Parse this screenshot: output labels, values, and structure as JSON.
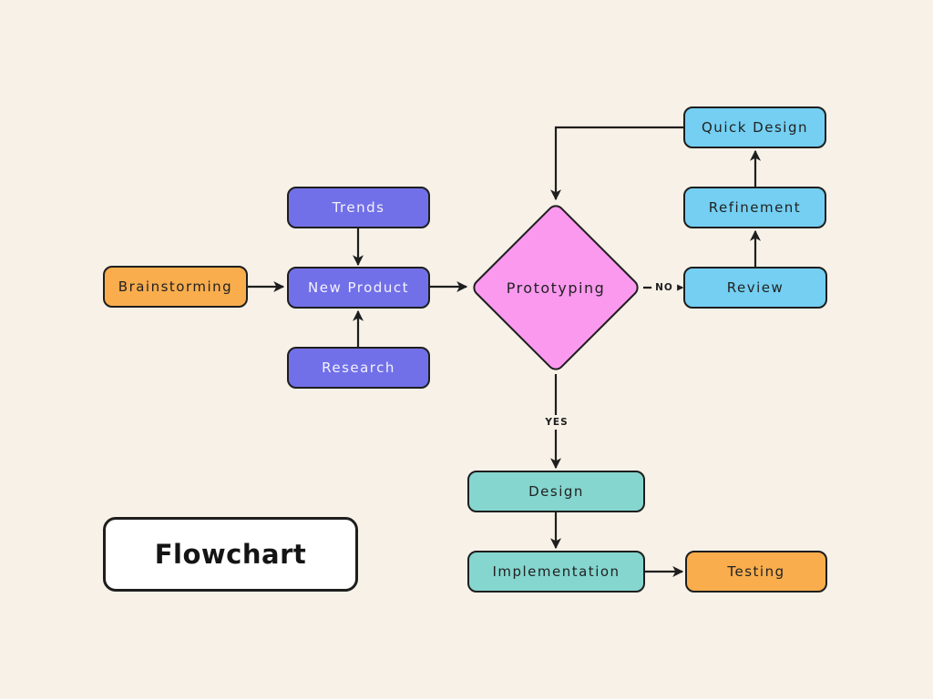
{
  "canvas": {
    "background_color": "#f7f1e8",
    "stroke_color": "#1e1e1e"
  },
  "title": {
    "label": "Flowchart"
  },
  "nodes": {
    "brainstorming": {
      "label": "Brainstorming",
      "shape": "rect",
      "color": "#f9ad4d",
      "text_color": "#222222"
    },
    "trends": {
      "label": "Trends",
      "shape": "rect",
      "color": "#7170e8",
      "text_color": "#f4f2ff"
    },
    "new_product": {
      "label": "New Product",
      "shape": "rect",
      "color": "#7170e8",
      "text_color": "#f4f2ff"
    },
    "research": {
      "label": "Research",
      "shape": "rect",
      "color": "#7170e8",
      "text_color": "#f4f2ff"
    },
    "prototyping": {
      "label": "Prototyping",
      "shape": "diamond",
      "color": "#fb99ef",
      "text_color": "#222222"
    },
    "quick_design": {
      "label": "Quick Design",
      "shape": "rect",
      "color": "#74cff2",
      "text_color": "#222222"
    },
    "refinement": {
      "label": "Refinement",
      "shape": "rect",
      "color": "#74cff2",
      "text_color": "#222222"
    },
    "review": {
      "label": "Review",
      "shape": "rect",
      "color": "#74cff2",
      "text_color": "#222222"
    },
    "design": {
      "label": "Design",
      "shape": "rect",
      "color": "#85d6cf",
      "text_color": "#222222"
    },
    "implementation": {
      "label": "Implementation",
      "shape": "rect",
      "color": "#85d6cf",
      "text_color": "#222222"
    },
    "testing": {
      "label": "Testing",
      "shape": "rect",
      "color": "#f9ad4d",
      "text_color": "#222222"
    }
  },
  "edges": {
    "no_label": "NO",
    "yes_label": "YES",
    "connections": [
      {
        "from": "brainstorming",
        "to": "new_product"
      },
      {
        "from": "trends",
        "to": "new_product"
      },
      {
        "from": "research",
        "to": "new_product"
      },
      {
        "from": "new_product",
        "to": "prototyping"
      },
      {
        "from": "prototyping",
        "to": "review",
        "label": "NO"
      },
      {
        "from": "review",
        "to": "refinement"
      },
      {
        "from": "refinement",
        "to": "quick_design"
      },
      {
        "from": "quick_design",
        "to": "prototyping"
      },
      {
        "from": "prototyping",
        "to": "design",
        "label": "YES"
      },
      {
        "from": "design",
        "to": "implementation"
      },
      {
        "from": "implementation",
        "to": "testing"
      }
    ]
  }
}
